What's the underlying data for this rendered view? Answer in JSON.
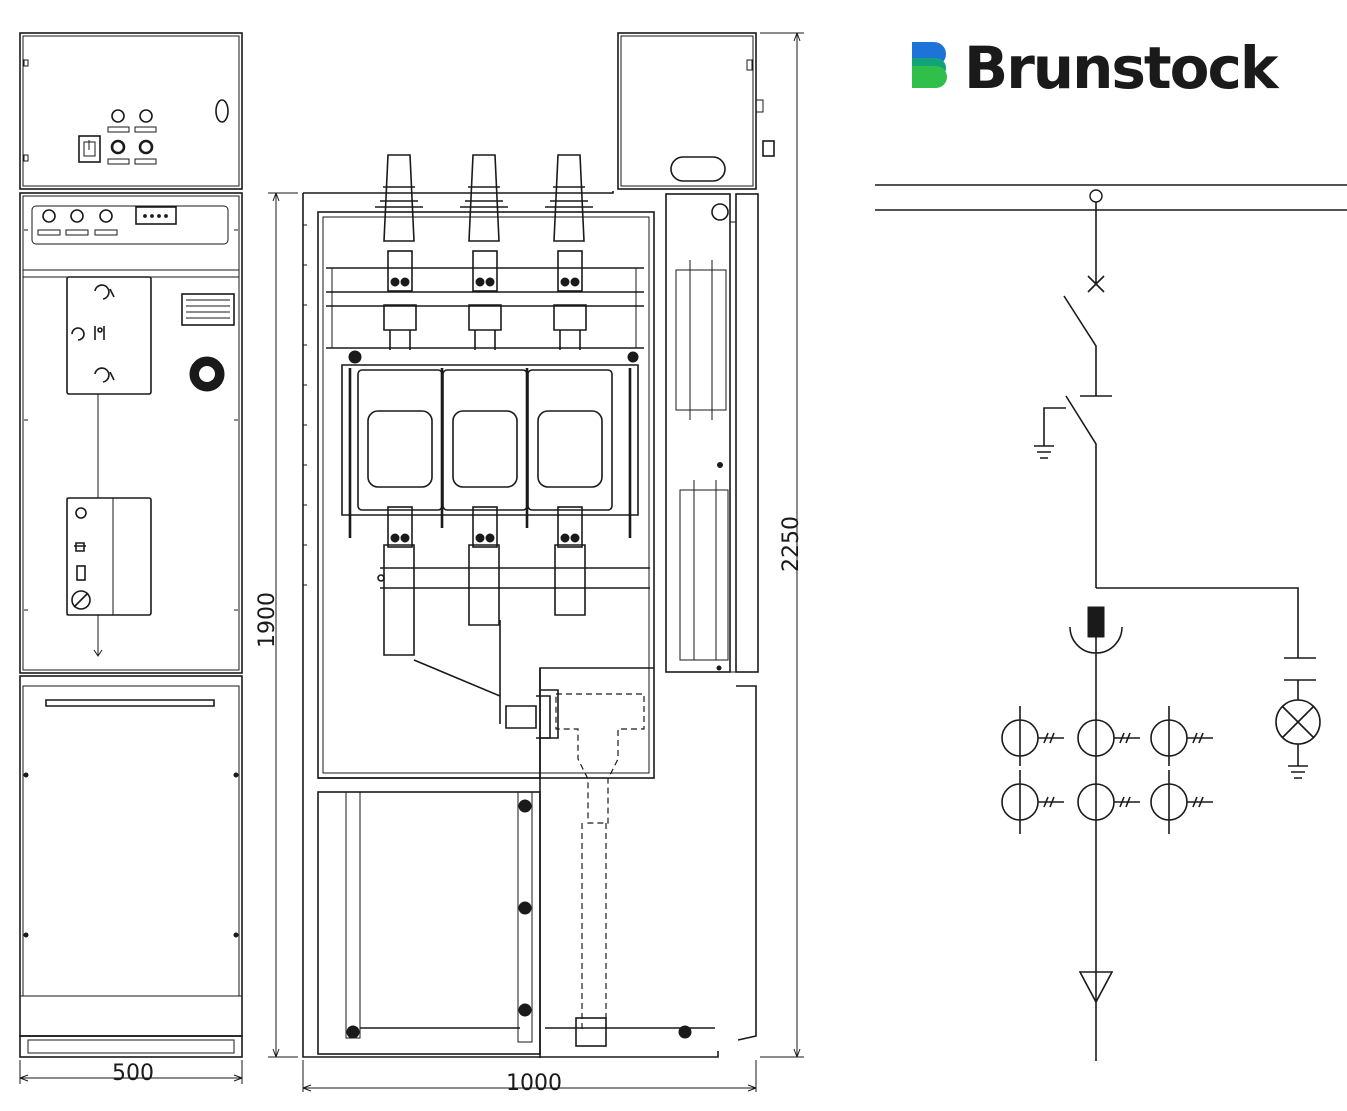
{
  "brand": {
    "name": "Brunstock",
    "colors": {
      "top": "#1e73d8",
      "middle": "#12a37a",
      "bottom": "#2fbf4a"
    }
  },
  "dimensions": {
    "front_width": "500",
    "side_width": "1000",
    "enclosure_height": "1900",
    "overall_height": "2250"
  },
  "icons": [
    "logo-mark-icon",
    "earth-symbol-icon",
    "lamp-symbol-icon",
    "current-transformer-icon",
    "cable-termination-icon"
  ]
}
